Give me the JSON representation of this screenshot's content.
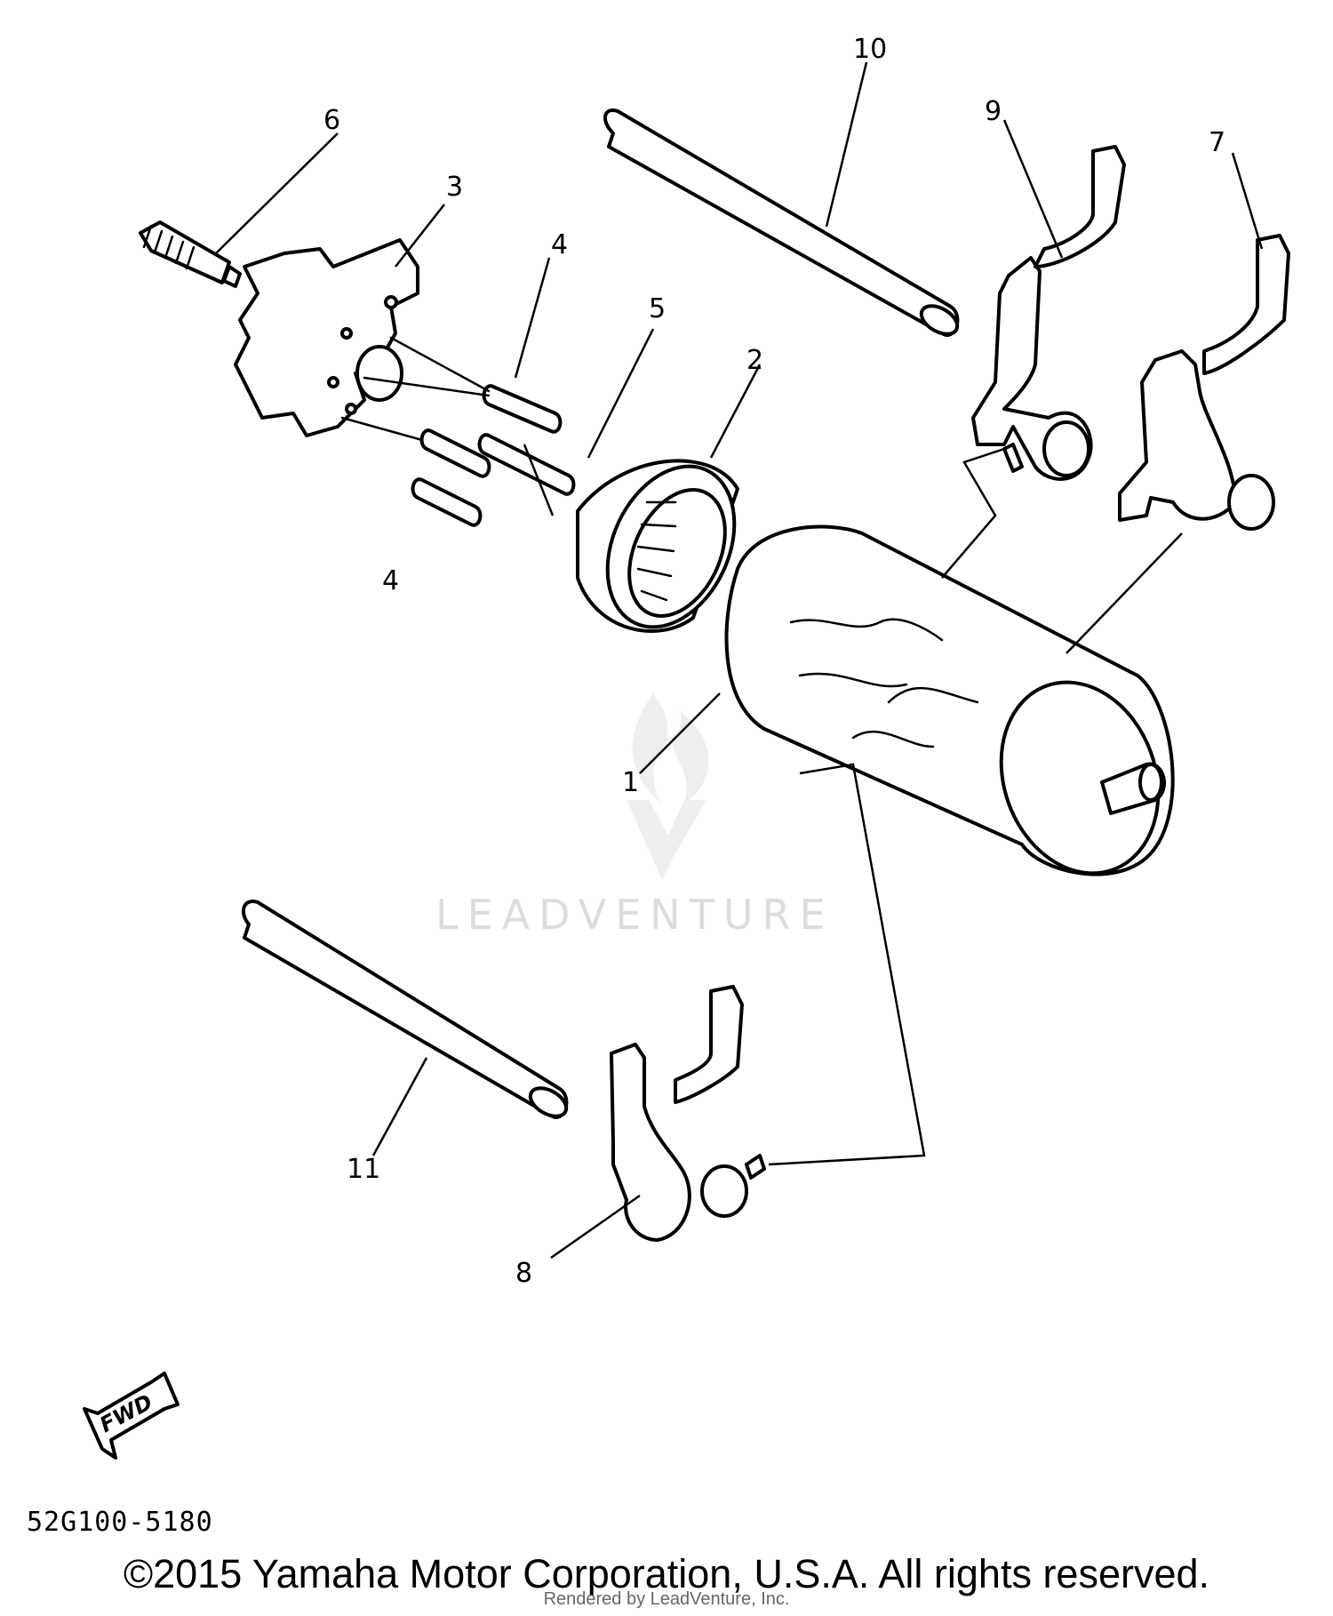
{
  "diagram": {
    "callouts": [
      "1",
      "2",
      "3",
      "4",
      "4",
      "5",
      "6",
      "7",
      "8",
      "9",
      "10",
      "11"
    ],
    "orientation_badge": "FWD"
  },
  "watermark": {
    "brand": "LEADVENTURE"
  },
  "footer": {
    "part_code": "52G100-5180",
    "copyright": "©2015 Yamaha Motor Corporation, U.S.A. All rights reserved.",
    "rendered_by": "Rendered by LeadVenture, Inc."
  }
}
